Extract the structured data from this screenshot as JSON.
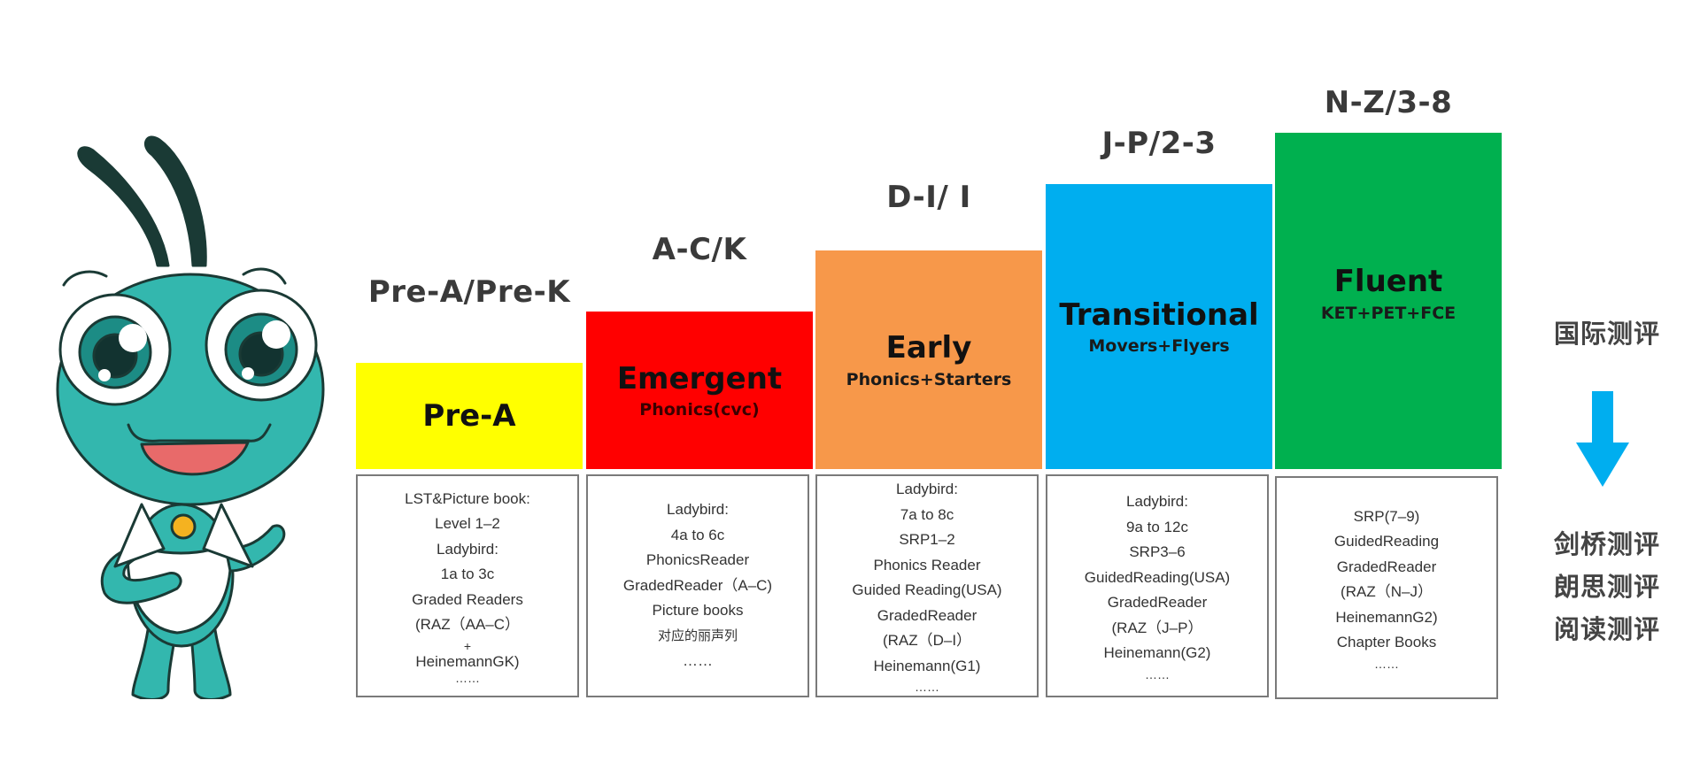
{
  "levels": [
    {
      "key": "pre-a",
      "title": "Pre-A/Pre-K",
      "stage": "Pre-A",
      "sub": "",
      "color": "#FFFF00",
      "books": [
        "LST&Picture book:",
        "Level 1–2",
        "Ladybird:",
        "1a to 3c",
        "Graded Readers",
        "(RAZ（AA–C）",
        "+",
        "HeinemannGK)",
        "……"
      ]
    },
    {
      "key": "emergent",
      "title": "A-C/K",
      "stage": "Emergent",
      "sub": "Phonics(cvc)",
      "color": "#FF0000",
      "books": [
        "Ladybird:",
        "4a  to 6c",
        "PhonicsReader",
        "GradedReader（A–C)",
        "Picture books",
        "对应的丽声列",
        "……"
      ]
    },
    {
      "key": "early",
      "title": "D-I/ I",
      "stage": "Early",
      "sub": "Phonics+Starters",
      "color": "#F7984A",
      "books": [
        "Ladybird:",
        "7a  to 8c",
        "SRP1–2",
        "Phonics Reader",
        "Guided Reading(USA)",
        "GradedReader",
        "(RAZ（D–I）",
        "Heinemann(G1)",
        "……"
      ]
    },
    {
      "key": "transitional",
      "title": "J-P/2-3",
      "stage": "Transitional",
      "sub": "Movers+Flyers",
      "color": "#00AEEF",
      "books": [
        "Ladybird:",
        "9a  to 12c",
        "SRP3–6",
        "GuidedReading(USA)",
        "GradedReader",
        "(RAZ（J–P）",
        "Heinemann(G2)",
        "……"
      ]
    },
    {
      "key": "fluent",
      "title": "N-Z/3-8",
      "stage": "Fluent",
      "sub": "KET+PET+FCE",
      "color": "#00B04F",
      "books": [
        "SRP(7–9)",
        "GuidedReading",
        "GradedReader",
        "(RAZ（N–J）",
        "HeinemannG2)",
        "Chapter Books",
        "……"
      ]
    }
  ],
  "right": {
    "top_label": "国际测评",
    "bottom_labels": [
      "剑桥测评",
      "朗思测评",
      "阅读测评"
    ],
    "arrow_color": "#00AEEF"
  }
}
